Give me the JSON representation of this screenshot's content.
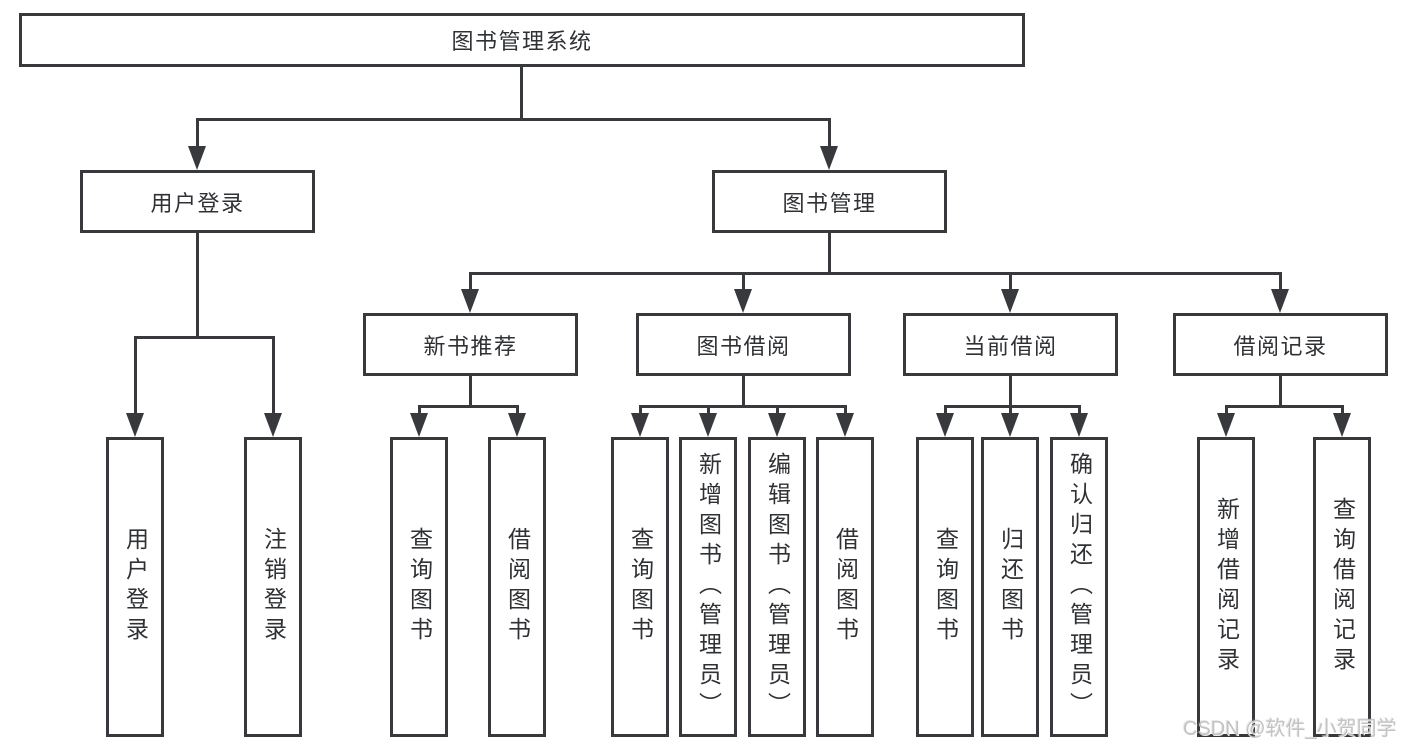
{
  "diagram": {
    "root": {
      "label": "图书管理系统"
    },
    "branches": [
      {
        "label": "用户登录",
        "leaves": [
          {
            "label": "用户登录"
          },
          {
            "label": "注销登录"
          }
        ]
      },
      {
        "label": "图书管理",
        "groups": [
          {
            "label": "新书推荐",
            "leaves": [
              {
                "label": "查询图书"
              },
              {
                "label": "借阅图书"
              }
            ]
          },
          {
            "label": "图书借阅",
            "leaves": [
              {
                "label": "查询图书"
              },
              {
                "label": "新增图书（管理员）"
              },
              {
                "label": "编辑图书（管理员）"
              },
              {
                "label": "借阅图书"
              }
            ]
          },
          {
            "label": "当前借阅",
            "leaves": [
              {
                "label": "查询图书"
              },
              {
                "label": "归还图书"
              },
              {
                "label": "确认归还（管理员）"
              }
            ]
          },
          {
            "label": "借阅记录",
            "leaves": [
              {
                "label": "新增借阅记录"
              },
              {
                "label": "查询借阅记录"
              }
            ]
          }
        ]
      }
    ]
  },
  "watermark": {
    "text": "CSDN @软件_小贺同学"
  },
  "colors": {
    "line": "#37393c",
    "text": "#2f3134",
    "watermark": "#c3c3c3",
    "background": "#ffffff"
  }
}
